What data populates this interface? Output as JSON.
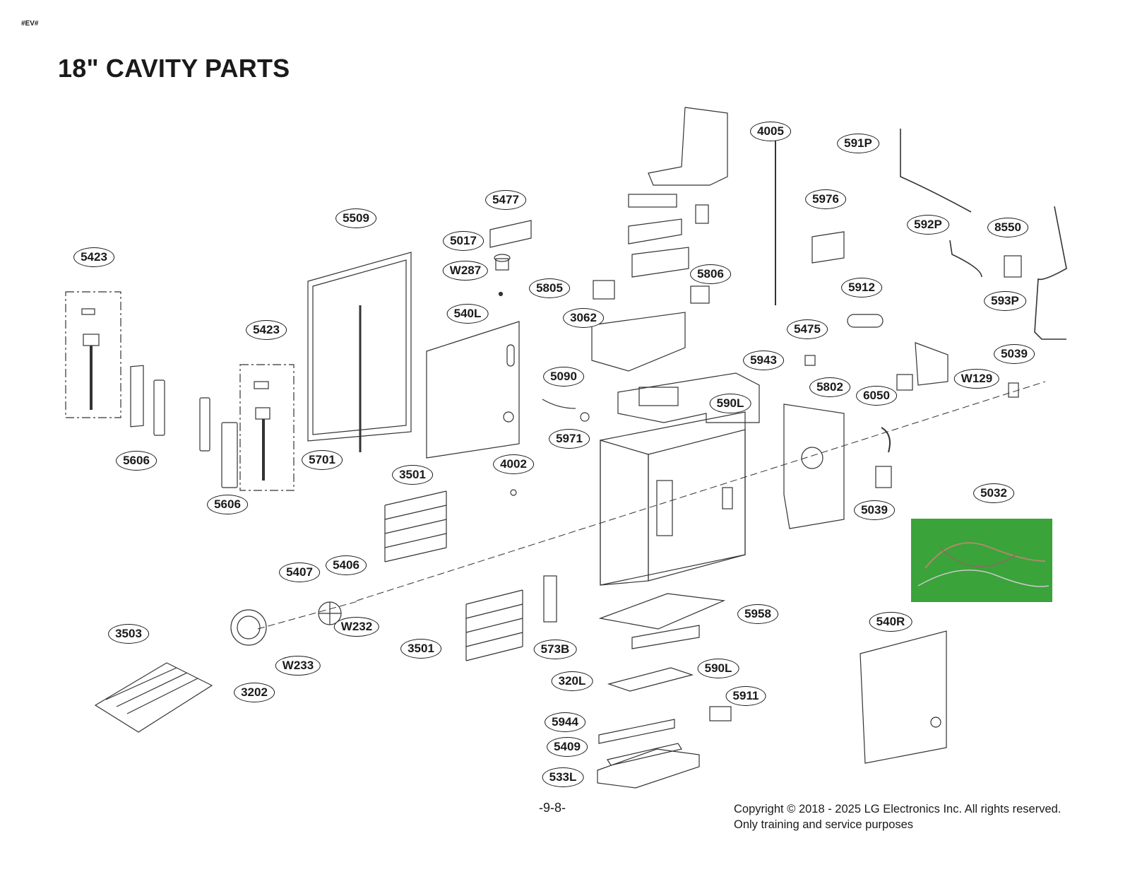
{
  "header": {
    "doc_code": "#EV#",
    "title": "18\" CAVITY PARTS"
  },
  "callouts": [
    "5423",
    "5606",
    "5606",
    "5423",
    "5509",
    "5701",
    "5017",
    "5477",
    "W287",
    "540L",
    "3501",
    "4002",
    "5090",
    "5971",
    "5805",
    "3062",
    "5806",
    "4005",
    "5943",
    "590L",
    "5976",
    "591P",
    "592P",
    "8550",
    "5912",
    "593P",
    "5475",
    "5802",
    "6050",
    "W129",
    "5039",
    "5039",
    "5032",
    "5407",
    "5406",
    "W232",
    "W233",
    "3202",
    "3503",
    "3501",
    "573B",
    "5958",
    "320L",
    "590L",
    "5911",
    "5944",
    "5409",
    "533L",
    "540R"
  ],
  "photo": {
    "colors": {
      "mat": "#3aa33a",
      "wire": "#b08a6a"
    }
  },
  "footer": {
    "page_number": "-9-8-",
    "copyright": "Copyright © 2018 - 2025 LG Electronics Inc. All rights reserved.",
    "purpose": "Only training and service purposes"
  }
}
